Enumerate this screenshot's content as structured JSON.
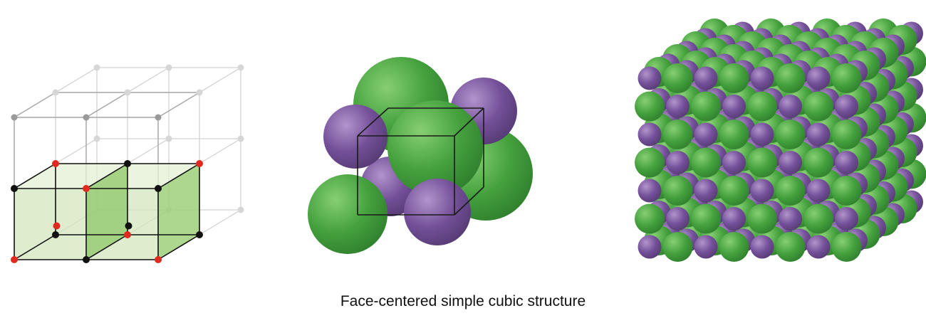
{
  "caption": "Face-centered simple cubic structure",
  "colors": {
    "green_atom": "#3e9b3a",
    "green_atom_light": "#7cc86a",
    "purple_atom": "#6e4a8e",
    "purple_atom_light": "#a987c3",
    "lattice_red_dot": "#e02a20",
    "lattice_black_dot": "#111111",
    "lattice_ghost_dot": "#9a9a9a",
    "unit_cell_fill": "#b8d99a"
  },
  "panels": [
    {
      "name": "lattice-unit-cell-diagram"
    },
    {
      "name": "unit-cell-space-filling-model"
    },
    {
      "name": "extended-crystal-model"
    }
  ]
}
